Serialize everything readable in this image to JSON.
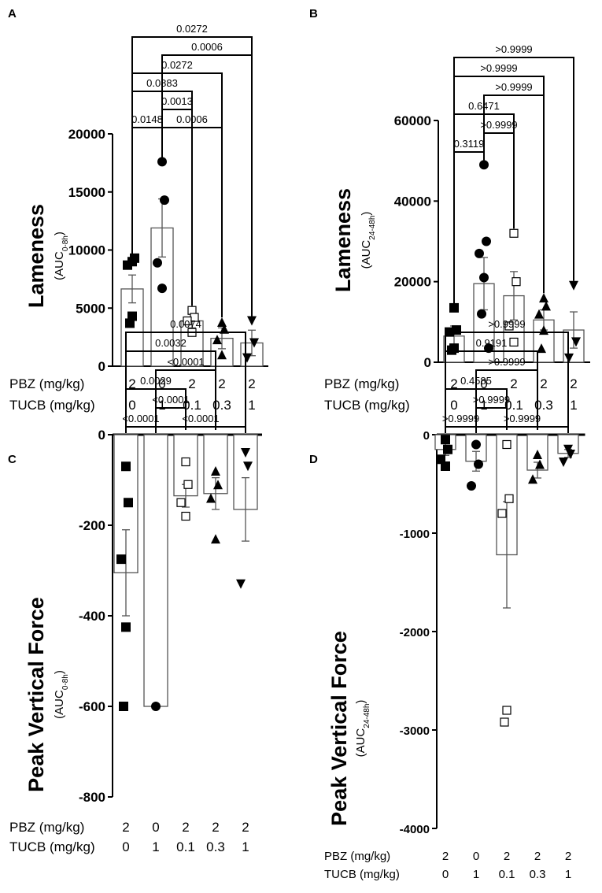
{
  "chart_data": [
    {
      "panel": "A",
      "type": "bar",
      "ylabel": "Lameness",
      "ylabel_unit": "(AUC",
      "ylabel_sub": "0-8h",
      "ylabel_close": ")",
      "ylim": [
        0,
        20000
      ],
      "yticks": [
        0,
        5000,
        10000,
        15000,
        20000
      ],
      "row_labels": [
        "PBZ (mg/kg)",
        "TUCB (mg/kg)"
      ],
      "groups": [
        {
          "pbz": "2",
          "tucb": "0",
          "mean": 6650,
          "sem": 1200,
          "marker": "square-filled",
          "points": [
            9000,
            9300,
            8700,
            4300,
            3700
          ]
        },
        {
          "pbz": "0",
          "tucb": "1",
          "mean": 11900,
          "sem": 2500,
          "marker": "circle-filled",
          "points": [
            17600,
            14300,
            8900,
            6700
          ]
        },
        {
          "pbz": "2",
          "tucb": "0.1",
          "mean": 3900,
          "sem": 600,
          "marker": "square-open",
          "points": [
            4800,
            4200,
            3900,
            2900
          ]
        },
        {
          "pbz": "2",
          "tucb": "0.3",
          "mean": 2400,
          "sem": 900,
          "marker": "triangle-up-filled",
          "points": [
            3800,
            3200,
            2300,
            1000
          ]
        },
        {
          "pbz": "2",
          "tucb": "1",
          "mean": 2000,
          "sem": 1100,
          "marker": "triangle-down-filled",
          "points": [
            3900,
            2000,
            700
          ]
        }
      ],
      "comparisons": [
        {
          "g1": 0,
          "g2": 1,
          "p": "0.0148",
          "level": 0
        },
        {
          "g1": 1,
          "g2": 3,
          "p": "0.0006",
          "level": 0
        },
        {
          "g1": 1,
          "g2": 2,
          "p": "0.0013",
          "level": 1
        },
        {
          "g1": 0,
          "g2": 2,
          "p": "0.0883",
          "level": 2
        },
        {
          "g1": 0,
          "g2": 3,
          "p": "0.0272",
          "level": 3
        },
        {
          "g1": 1,
          "g2": 4,
          "p": "0.0006",
          "level": 4
        },
        {
          "g1": 0,
          "g2": 4,
          "p": "0.0272",
          "level": 5
        }
      ]
    },
    {
      "panel": "B",
      "type": "bar",
      "ylabel": "Lameness",
      "ylabel_unit": "(AUC",
      "ylabel_sub": "24-48h",
      "ylabel_close": ")",
      "ylim": [
        0,
        60000
      ],
      "yticks": [
        0,
        20000,
        40000,
        60000
      ],
      "row_labels": [
        "PBZ (mg/kg)",
        "TUCB (mg/kg)"
      ],
      "groups": [
        {
          "pbz": "2",
          "tucb": "0",
          "mean": 6500,
          "sem": 2500,
          "marker": "square-filled",
          "points": [
            13500,
            8000,
            7500,
            3500,
            3000
          ]
        },
        {
          "pbz": "0",
          "tucb": "1",
          "mean": 19500,
          "sem": 6500,
          "marker": "circle-filled",
          "points": [
            49000,
            30000,
            27000,
            21000,
            12000,
            3500
          ]
        },
        {
          "pbz": "2",
          "tucb": "0.1",
          "mean": 16500,
          "sem": 6000,
          "marker": "square-open",
          "points": [
            32000,
            20000,
            9000,
            5000
          ]
        },
        {
          "pbz": "2",
          "tucb": "0.3",
          "mean": 10500,
          "sem": 2500,
          "marker": "triangle-up-filled",
          "points": [
            16000,
            14000,
            12000,
            8000,
            3500
          ]
        },
        {
          "pbz": "2",
          "tucb": "1",
          "mean": 8000,
          "sem": 4500,
          "marker": "triangle-down-filled",
          "points": [
            19000,
            5000,
            1000
          ]
        }
      ],
      "comparisons": [
        {
          "g1": 0,
          "g2": 1,
          "p": "0.3119",
          "level": 0
        },
        {
          "g1": 1,
          "g2": 2,
          "p": ">0.9999",
          "level": 1
        },
        {
          "g1": 0,
          "g2": 2,
          "p": "0.6471",
          "level": 2
        },
        {
          "g1": 1,
          "g2": 3,
          "p": ">0.9999",
          "level": 3
        },
        {
          "g1": 0,
          "g2": 3,
          "p": ">0.9999",
          "level": 4
        },
        {
          "g1": 0,
          "g2": 4,
          "p": ">0.9999",
          "level": 5
        }
      ]
    },
    {
      "panel": "C",
      "type": "bar",
      "ylabel": "Peak Vertical Force",
      "ylabel_unit": "(AUC",
      "ylabel_sub": "0-8h",
      "ylabel_close": ")",
      "ylim": [
        -800,
        0
      ],
      "yticks": [
        0,
        -200,
        -400,
        -600,
        -800
      ],
      "row_labels": [
        "PBZ (mg/kg)",
        "TUCB (mg/kg)"
      ],
      "groups": [
        {
          "pbz": "2",
          "tucb": "0",
          "mean": -305,
          "sem": 95,
          "marker": "square-filled",
          "points": [
            -70,
            -150,
            -275,
            -425,
            -600
          ]
        },
        {
          "pbz": "0",
          "tucb": "1",
          "mean": -600,
          "sem": 0,
          "marker": "circle-filled",
          "points": [
            -600
          ]
        },
        {
          "pbz": "2",
          "tucb": "0.1",
          "mean": -135,
          "sem": 25,
          "marker": "square-open",
          "points": [
            -60,
            -110,
            -150,
            -180
          ]
        },
        {
          "pbz": "2",
          "tucb": "0.3",
          "mean": -130,
          "sem": 35,
          "marker": "triangle-up-filled",
          "points": [
            -80,
            -110,
            -140,
            -230
          ]
        },
        {
          "pbz": "2",
          "tucb": "1",
          "mean": -165,
          "sem": 70,
          "marker": "triangle-down-filled",
          "points": [
            -40,
            -70,
            -330
          ]
        }
      ],
      "comparisons": [
        {
          "g1": 0,
          "g2": 1,
          "p": "<0.0001",
          "level": 0
        },
        {
          "g1": 1,
          "g2": 4,
          "p": "<0.0001",
          "level": 0
        },
        {
          "g1": 1,
          "g2": 2,
          "p": "<0.0001",
          "level": 1
        },
        {
          "g1": 0,
          "g2": 2,
          "p": "0.0029",
          "level": 2
        },
        {
          "g1": 1,
          "g2": 3,
          "p": "<0.0001",
          "level": 3
        },
        {
          "g1": 0,
          "g2": 3,
          "p": "0.0032",
          "level": 4
        },
        {
          "g1": 0,
          "g2": 4,
          "p": "0.0074",
          "level": 5
        }
      ]
    },
    {
      "panel": "D",
      "type": "bar",
      "ylabel": "Peak Vertical Force",
      "ylabel_unit": "(AUC",
      "ylabel_sub": "24-48h",
      "ylabel_close": ")",
      "ylim": [
        -4000,
        0
      ],
      "yticks": [
        0,
        -1000,
        -2000,
        -3000,
        -4000
      ],
      "row_labels": [
        "PBZ (mg/kg)",
        "TUCB (mg/kg)"
      ],
      "groups": [
        {
          "pbz": "2",
          "tucb": "0",
          "mean": -150,
          "sem": 60,
          "marker": "square-filled",
          "points": [
            -50,
            -150,
            -250,
            -320
          ]
        },
        {
          "pbz": "0",
          "tucb": "1",
          "mean": -270,
          "sem": 100,
          "marker": "circle-filled",
          "points": [
            -100,
            -300,
            -520
          ]
        },
        {
          "pbz": "2",
          "tucb": "0.1",
          "mean": -1220,
          "sem": 540,
          "marker": "square-open",
          "points": [
            -100,
            -650,
            -800,
            -2800,
            -2920
          ]
        },
        {
          "pbz": "2",
          "tucb": "0.3",
          "mean": -360,
          "sem": 80,
          "marker": "triangle-up-filled",
          "points": [
            -200,
            -300,
            -450
          ]
        },
        {
          "pbz": "2",
          "tucb": "1",
          "mean": -190,
          "sem": 40,
          "marker": "triangle-down-filled",
          "points": [
            -150,
            -200,
            -280
          ]
        }
      ],
      "comparisons": [
        {
          "g1": 0,
          "g2": 1,
          "p": ">0.9999",
          "level": 0
        },
        {
          "g1": 1,
          "g2": 4,
          "p": ">0.9999",
          "level": 0
        },
        {
          "g1": 1,
          "g2": 2,
          "p": ">0.9999",
          "level": 1
        },
        {
          "g1": 0,
          "g2": 2,
          "p": "0.4585",
          "level": 2
        },
        {
          "g1": 1,
          "g2": 3,
          "p": ">0.9999",
          "level": 3
        },
        {
          "g1": 0,
          "g2": 3,
          "p": "0.9191",
          "level": 4
        },
        {
          "g1": 0,
          "g2": 4,
          "p": ">0.9999",
          "level": 5
        }
      ]
    }
  ]
}
